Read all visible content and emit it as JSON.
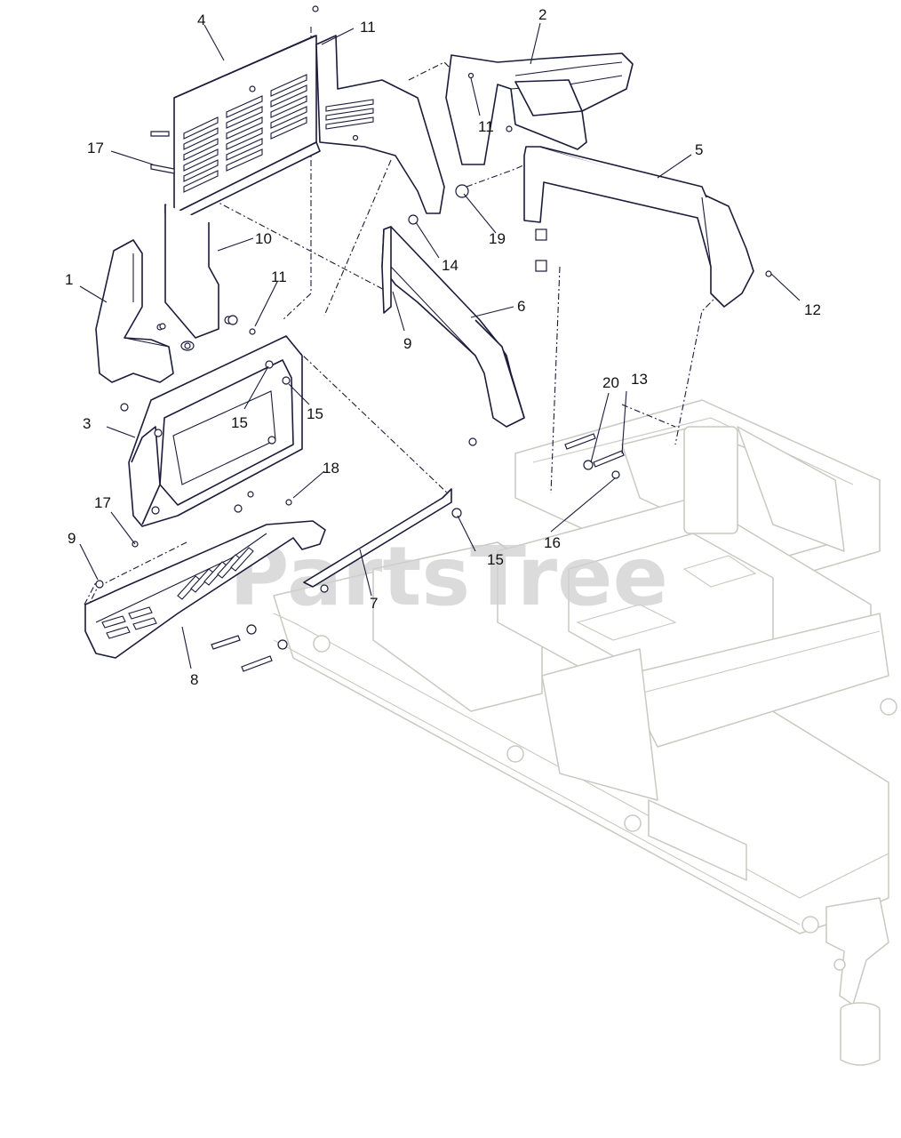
{
  "diagram": {
    "watermark": "PartsTree",
    "callouts": [
      {
        "id": "c1",
        "label": "1"
      },
      {
        "id": "c2",
        "label": "2"
      },
      {
        "id": "c3",
        "label": "3"
      },
      {
        "id": "c4",
        "label": "4"
      },
      {
        "id": "c5",
        "label": "5"
      },
      {
        "id": "c6",
        "label": "6"
      },
      {
        "id": "c7",
        "label": "7"
      },
      {
        "id": "c8",
        "label": "8"
      },
      {
        "id": "c9a",
        "label": "9"
      },
      {
        "id": "c9b",
        "label": "9"
      },
      {
        "id": "c10",
        "label": "10"
      },
      {
        "id": "c11a",
        "label": "11"
      },
      {
        "id": "c11b",
        "label": "11"
      },
      {
        "id": "c11c",
        "label": "11"
      },
      {
        "id": "c12",
        "label": "12"
      },
      {
        "id": "c13",
        "label": "13"
      },
      {
        "id": "c14",
        "label": "14"
      },
      {
        "id": "c15a",
        "label": "15"
      },
      {
        "id": "c15b",
        "label": "15"
      },
      {
        "id": "c15c",
        "label": "15"
      },
      {
        "id": "c16",
        "label": "16"
      },
      {
        "id": "c17a",
        "label": "17"
      },
      {
        "id": "c17b",
        "label": "17"
      },
      {
        "id": "c18",
        "label": "18"
      },
      {
        "id": "c19",
        "label": "19"
      },
      {
        "id": "c20",
        "label": "20"
      }
    ]
  },
  "colors": {
    "line": "#1b1b3a",
    "frame": "#c9c9c1",
    "watermark": "#d0d0d0",
    "background": "#ffffff"
  }
}
